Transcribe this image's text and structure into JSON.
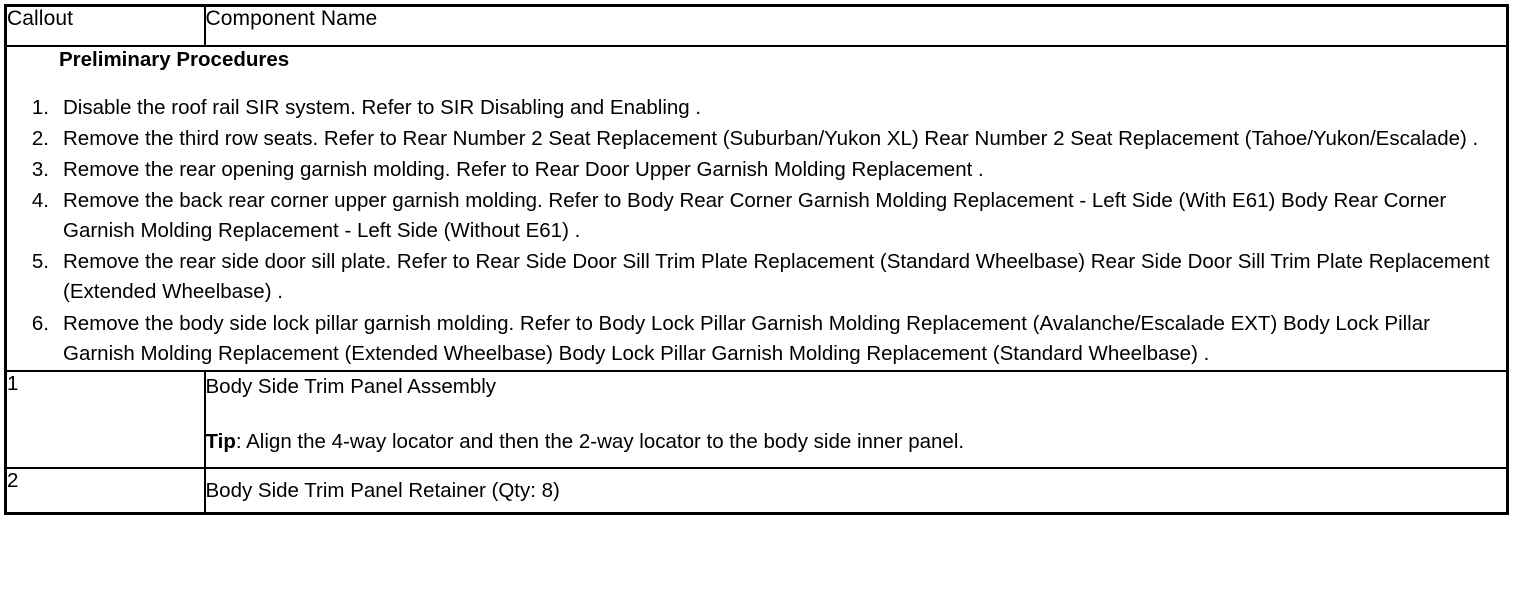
{
  "table": {
    "headers": {
      "callout": "Callout",
      "component_name": "Component Name"
    },
    "preliminary": {
      "title": "Preliminary Procedures",
      "steps": [
        {
          "number": "1.",
          "text": "Disable the roof rail SIR system. Refer to SIR Disabling and Enabling ."
        },
        {
          "number": "2.",
          "text": "Remove the third row seats. Refer to Rear Number 2 Seat Replacement (Suburban/Yukon XL) Rear Number 2 Seat Replacement (Tahoe/Yukon/Escalade) ."
        },
        {
          "number": "3.",
          "text": "Remove the rear opening garnish molding. Refer to Rear Door Upper Garnish Molding Replacement ."
        },
        {
          "number": "4.",
          "text": "Remove the back rear corner upper garnish molding. Refer to Body Rear Corner Garnish Molding Replacement - Left Side (With E61) Body Rear Corner Garnish Molding Replacement - Left Side (Without E61) ."
        },
        {
          "number": "5.",
          "text": "Remove the rear side door sill plate. Refer to Rear Side Door Sill Trim Plate Replacement (Standard Wheelbase) Rear Side Door Sill Trim Plate Replacement (Extended Wheelbase) ."
        },
        {
          "number": "6.",
          "text": "Remove the body side lock pillar garnish molding. Refer to Body Lock Pillar Garnish Molding Replacement (Avalanche/Escalade EXT) Body Lock Pillar Garnish Molding Replacement (Extended Wheelbase) Body Lock Pillar Garnish Molding Replacement (Standard Wheelbase) ."
        }
      ]
    },
    "rows": [
      {
        "callout": "1",
        "name": "Body Side Trim Panel Assembly",
        "tip_label": "Tip",
        "tip_text": ": Align the 4-way locator and then the 2-way locator to the body side inner panel."
      },
      {
        "callout": "2",
        "name": "Body Side Trim Panel Retainer (Qty: 8)"
      }
    ]
  }
}
